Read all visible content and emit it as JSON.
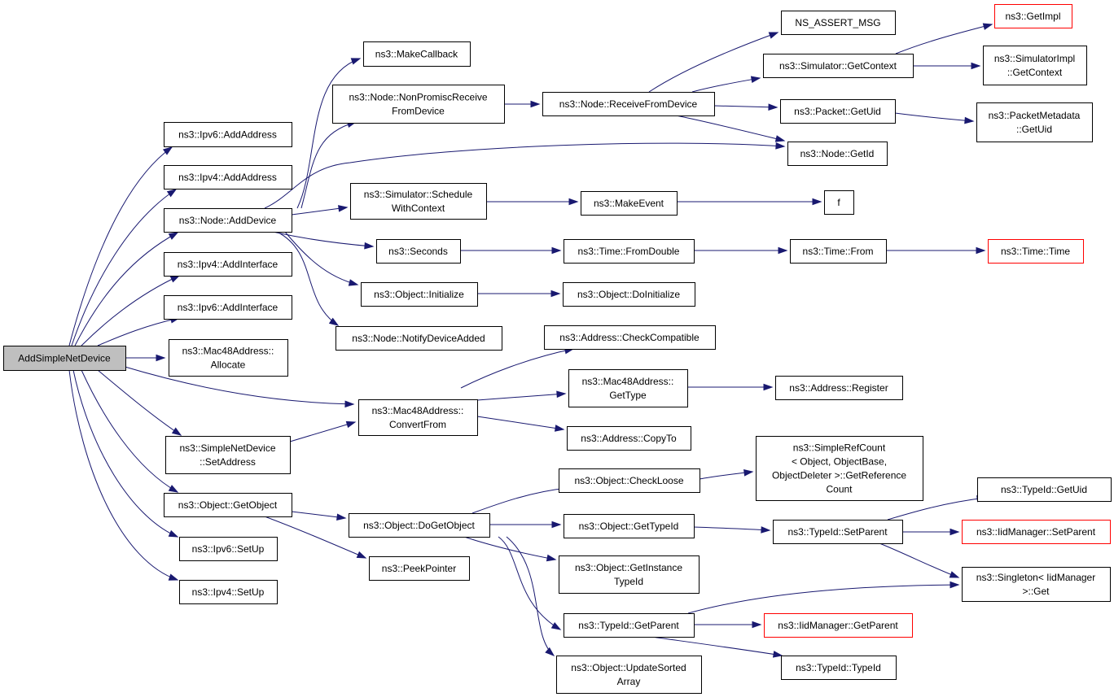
{
  "colors": {
    "edge": "#191970",
    "border": "#000000",
    "red_border": "#ff0000",
    "root_fill": "#bfbfbf"
  },
  "nodes": {
    "root": [
      "AddSimpleNetDevice"
    ],
    "ipv6_addaddress": [
      "ns3::Ipv6::AddAddress"
    ],
    "ipv4_addaddress": [
      "ns3::Ipv4::AddAddress"
    ],
    "node_adddevice": [
      "ns3::Node::AddDevice"
    ],
    "ipv4_addinterface": [
      "ns3::Ipv4::AddInterface"
    ],
    "ipv6_addinterface": [
      "ns3::Ipv6::AddInterface"
    ],
    "mac48_allocate": [
      "ns3::Mac48Address::",
      "Allocate"
    ],
    "simplenetdevice_setaddress": [
      "ns3::SimpleNetDevice",
      "::SetAddress"
    ],
    "object_getobject": [
      "ns3::Object::GetObject"
    ],
    "ipv6_setup": [
      "ns3::Ipv6::SetUp"
    ],
    "ipv4_setup": [
      "ns3::Ipv4::SetUp"
    ],
    "makecallback": [
      "ns3::MakeCallback"
    ],
    "node_nonpromisc": [
      "ns3::Node::NonPromiscReceive",
      "FromDevice"
    ],
    "simulator_schedule": [
      "ns3::Simulator::Schedule",
      "WithContext"
    ],
    "seconds": [
      "ns3::Seconds"
    ],
    "object_initialize": [
      "ns3::Object::Initialize"
    ],
    "node_notifydeviceadded": [
      "ns3::Node::NotifyDeviceAdded"
    ],
    "mac48_convertfrom": [
      "ns3::Mac48Address::",
      "ConvertFrom"
    ],
    "object_dogetobject": [
      "ns3::Object::DoGetObject"
    ],
    "peekpointer": [
      "ns3::PeekPointer"
    ],
    "node_receivefromdevice": [
      "ns3::Node::ReceiveFromDevice"
    ],
    "makeevent": [
      "ns3::MakeEvent"
    ],
    "time_fromdouble": [
      "ns3::Time::FromDouble"
    ],
    "object_doinitialize": [
      "ns3::Object::DoInitialize"
    ],
    "address_checkcompatible": [
      "ns3::Address::CheckCompatible"
    ],
    "mac48_gettype": [
      "ns3::Mac48Address::",
      "GetType"
    ],
    "address_copyto": [
      "ns3::Address::CopyTo"
    ],
    "object_checkloose": [
      "ns3::Object::CheckLoose"
    ],
    "object_gettypeid": [
      "ns3::Object::GetTypeId"
    ],
    "object_getinstancetypeid": [
      "ns3::Object::GetInstance",
      "TypeId"
    ],
    "typeid_getparent": [
      "ns3::TypeId::GetParent"
    ],
    "object_updatesortedarray": [
      "ns3::Object::UpdateSorted",
      "Array"
    ],
    "ns_assert_msg": [
      "NS_ASSERT_MSG"
    ],
    "simulator_getcontext": [
      "ns3::Simulator::GetContext"
    ],
    "packet_getuid": [
      "ns3::Packet::GetUid"
    ],
    "node_getid": [
      "ns3::Node::GetId"
    ],
    "f": [
      "f"
    ],
    "time_from": [
      "ns3::Time::From"
    ],
    "address_register": [
      "ns3::Address::Register"
    ],
    "simplerefcount": [
      "ns3::SimpleRefCount",
      "< Object, ObjectBase,",
      "ObjectDeleter >::GetReference",
      "Count"
    ],
    "typeid_setparent": [
      "ns3::TypeId::SetParent"
    ],
    "iidmanager_getparent": [
      "ns3::IidManager::GetParent"
    ],
    "typeid_typeid": [
      "ns3::TypeId::TypeId"
    ],
    "getimpl": [
      "ns3::GetImpl"
    ],
    "simulatorimpl_getcontext": [
      "ns3::SimulatorImpl",
      "::GetContext"
    ],
    "packetmetadata_getuid": [
      "ns3::PacketMetadata",
      "::GetUid"
    ],
    "time_time": [
      "ns3::Time::Time"
    ],
    "typeid_getuid": [
      "ns3::TypeId::GetUid"
    ],
    "iidmanager_setparent": [
      "ns3::IidManager::SetParent"
    ],
    "singleton_get": [
      "ns3::Singleton< IidManager",
      ">::Get"
    ]
  }
}
